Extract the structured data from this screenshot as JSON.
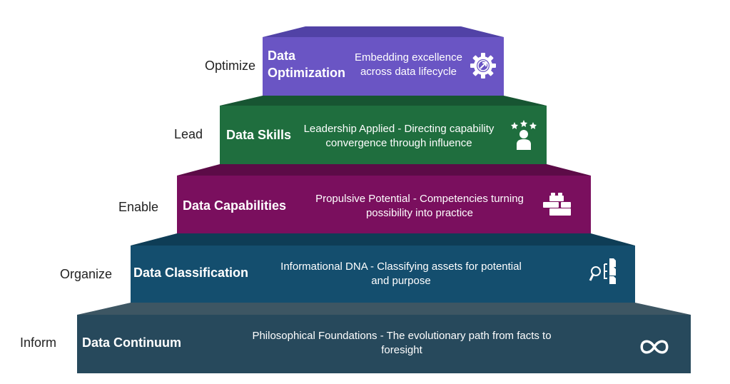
{
  "tiers": [
    {
      "label": "Optimize",
      "title_line1": "Data",
      "title_line2": "Optimization",
      "description_line1": "Embedding excellence",
      "description_line2": "across data lifecycle",
      "icon": "gear-icon",
      "color": "#6a55c4"
    },
    {
      "label": "Lead",
      "title": "Data Skills",
      "description_line1": "Leadership Applied - Directing capability",
      "description_line2": "convergence through influence",
      "icon": "leader-stars-icon",
      "color": "#1f6e3e"
    },
    {
      "label": "Enable",
      "title": "Data Capabilities",
      "description_line1": "Propulsive Potential - Competencies turning",
      "description_line2": "possibility into practice",
      "icon": "building-blocks-icon",
      "color": "#7a0f5e"
    },
    {
      "label": "Organize",
      "title": "Data Classification",
      "description_line1": "Informational DNA - Classifying assets for potential",
      "description_line2": "and purpose",
      "icon": "search-classify-icon",
      "color": "#144e6e"
    },
    {
      "label": "Inform",
      "title": "Data Continuum",
      "description_line1": "Philosophical Foundations - The evolutionary path from facts to",
      "description_line2": "foresight",
      "icon": "infinity-icon",
      "color": "#27495c"
    }
  ]
}
